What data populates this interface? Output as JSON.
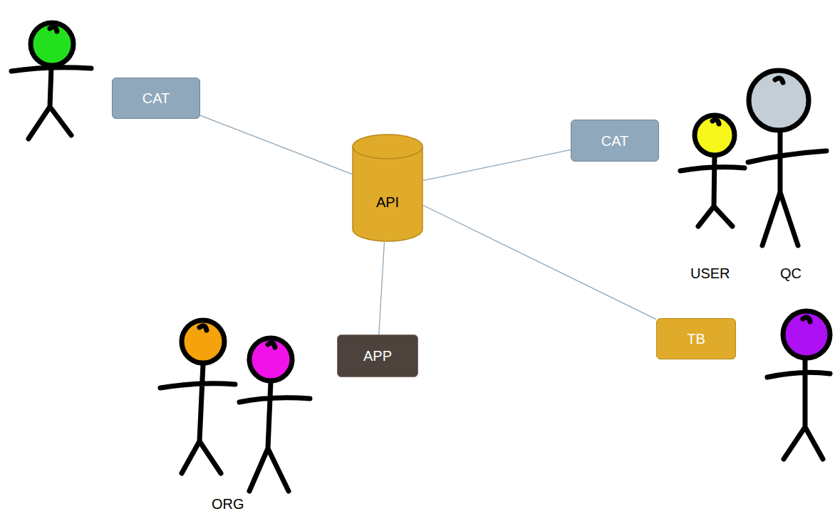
{
  "diagram": {
    "nodes": [
      {
        "text": [
          "CAT"
        ]
      },
      {
        "text": [
          "CAT"
        ]
      },
      {
        "text": [
          "API"
        ]
      },
      {
        "text": [
          "TB"
        ]
      },
      {
        "text": [
          "APP"
        ]
      }
    ],
    "edges": [
      {
        "from": 2,
        "to": 0,
        "arrow": "none"
      },
      {
        "from": 2,
        "to": 1,
        "arrow": "none"
      },
      {
        "from": 2,
        "to": 3,
        "arrow": "none"
      },
      {
        "from": 2,
        "to": 4,
        "arrow": "none"
      }
    ],
    "labels": [
      "USER",
      "QC",
      "ORG"
    ]
  }
}
